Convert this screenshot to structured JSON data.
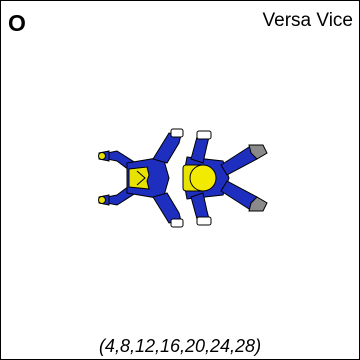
{
  "formation": {
    "letter": "O",
    "name": "Versa Vice",
    "sequence": "(4,8,12,16,20,24,28)"
  },
  "colors": {
    "jumpsuit": "#1e2fbf",
    "outline": "#000000",
    "harness": "#e8e200",
    "helmet": "#f2ea00",
    "grip": "#ffffff",
    "bootie": "#8a8a8a",
    "skin": "#cfcfcf"
  },
  "icons": {
    "left_jumper": "skydiver-sitfly-icon",
    "right_jumper": "skydiver-belly-icon"
  }
}
